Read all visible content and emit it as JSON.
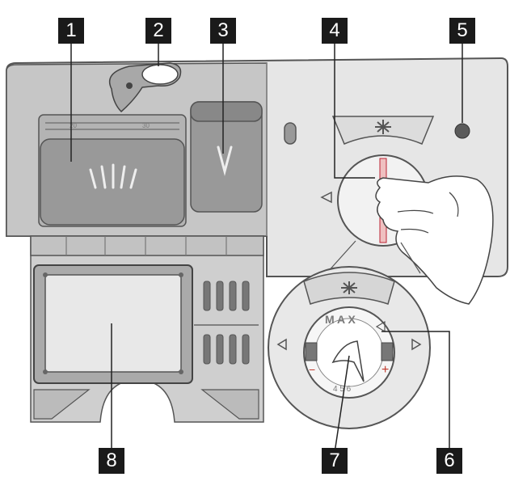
{
  "callouts": [
    {
      "number": "1",
      "part": "detergent-compartment"
    },
    {
      "number": "2",
      "part": "lid-latch"
    },
    {
      "number": "3",
      "part": "rinse-aid-compartment"
    },
    {
      "number": "4",
      "part": "rinse-aid-dial"
    },
    {
      "number": "5",
      "part": "rinse-aid-indicator"
    },
    {
      "number": "6",
      "part": "dosage-marker"
    },
    {
      "number": "7",
      "part": "dosage-selector-arrow"
    },
    {
      "number": "8",
      "part": "dispenser-lid"
    }
  ],
  "dial_markings": {
    "max_label": "M A X",
    "plus_sign": "+",
    "minus_sign": "−",
    "scale": "4 5 6",
    "measure_small": "20",
    "measure_large": "30"
  },
  "colors": {
    "housing": "#c9c9c9",
    "housing_light": "#e3e3e3",
    "compartment": "#999999",
    "outline": "#666666",
    "callout_bg": "#1a1a1a",
    "indicator": "#5a5a5a",
    "plus_red": "#c0392b",
    "minus_red": "#c0392b"
  }
}
